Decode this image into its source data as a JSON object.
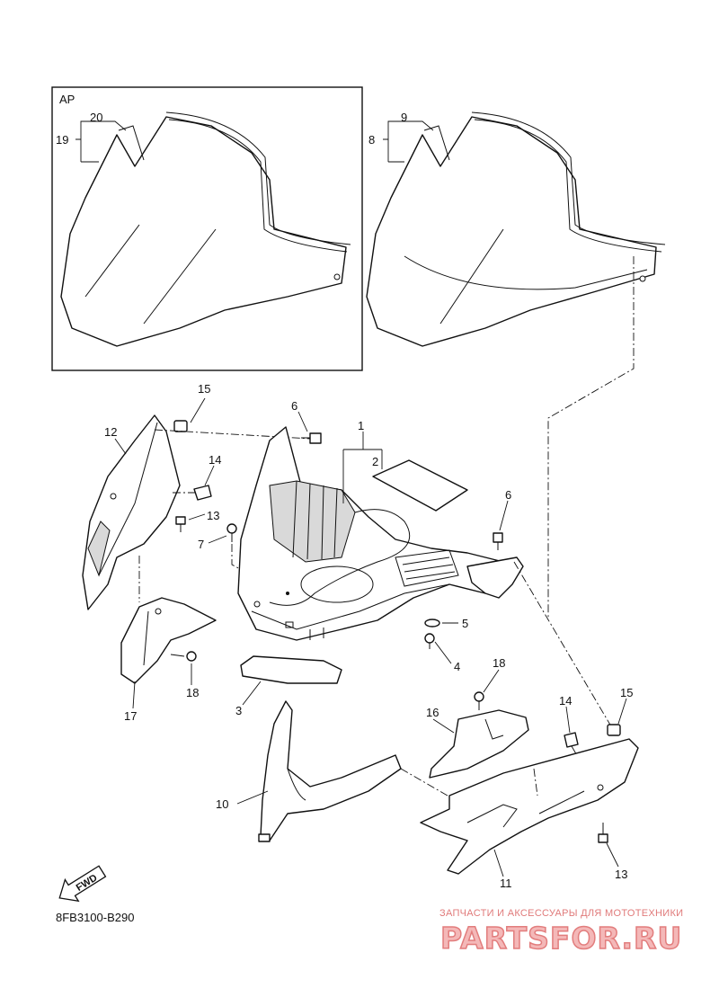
{
  "inset": {
    "label": "AP"
  },
  "labels": {
    "p1": "1",
    "p2": "2",
    "p3": "3",
    "p4": "4",
    "p5": "5",
    "p6a": "6",
    "p6b": "6",
    "p7": "7",
    "p8": "8",
    "p9": "9",
    "p10": "10",
    "p11": "11",
    "p12": "12",
    "p13a": "13",
    "p13b": "13",
    "p14a": "14",
    "p14b": "14",
    "p15a": "15",
    "p15b": "15",
    "p16": "16",
    "p17": "17",
    "p18a": "18",
    "p18b": "18",
    "p19": "19",
    "p20": "20"
  },
  "fwd_arrow": {
    "label": "FWD",
    "icon": "fwd-arrow-icon"
  },
  "diagram_code": "8FB3100-B290",
  "watermark": {
    "tagline": "ЗАПЧАСТИ И АКСЕССУАРЫ ДЛЯ МОТОТЕХНИКИ",
    "logo_text": "PARTSFOR.RU",
    "color": "#e27d7d"
  }
}
